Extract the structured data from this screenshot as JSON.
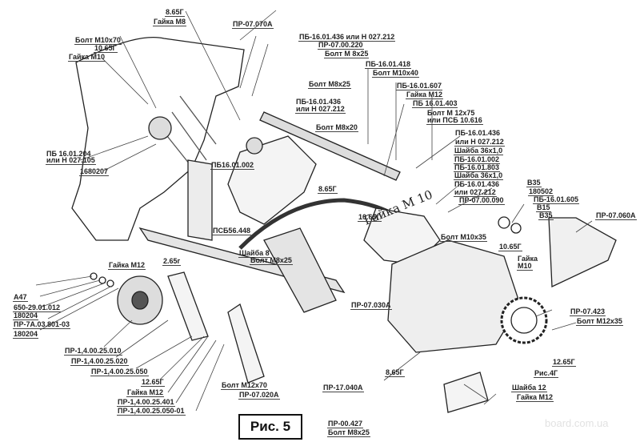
{
  "figure_caption": "Рис. 5",
  "stamp_text": "Гайка М 10",
  "watermark": "board.com.ua",
  "labels": [
    {
      "id": "l1",
      "text": "8.65Г"
    },
    {
      "id": "l2",
      "text": "Гайка М8"
    },
    {
      "id": "l3",
      "text": "Болт М10х70"
    },
    {
      "id": "l4",
      "text": "10.65Г"
    },
    {
      "id": "l5",
      "text": "Гайка М10"
    },
    {
      "id": "l6",
      "text": "ПР-07.070А"
    },
    {
      "id": "l7",
      "text": "ПБ-16.01.436 или Н 027.212"
    },
    {
      "id": "l8",
      "text": "ПР-07.00.220"
    },
    {
      "id": "l9",
      "text": "Болт М 8х25"
    },
    {
      "id": "l10",
      "text": "ПБ-16.01.418"
    },
    {
      "id": "l11",
      "text": "Болт М10х40"
    },
    {
      "id": "l12",
      "text": "Болт М8х25"
    },
    {
      "id": "l13",
      "text": "ПБ-16.01.607"
    },
    {
      "id": "l14",
      "text": "Гайка М12"
    },
    {
      "id": "l15",
      "text": "ПБ 16.01.403"
    },
    {
      "id": "l16",
      "text": "Болт М 12х75"
    },
    {
      "id": "l17",
      "text": "или ПСБ 10.616"
    },
    {
      "id": "l18",
      "text": "ПБ-16.01.436"
    },
    {
      "id": "l19",
      "text": "или Н 027.212"
    },
    {
      "id": "l20",
      "text": "Болт М8х20"
    },
    {
      "id": "l21",
      "text": "ПБ-16.01.436"
    },
    {
      "id": "l22",
      "text": "или Н 027.212"
    },
    {
      "id": "l23",
      "text": "Шайба 36х1,0"
    },
    {
      "id": "l24",
      "text": "ПБ-16.01.002"
    },
    {
      "id": "l25",
      "text": "ПБ-16.01.803"
    },
    {
      "id": "l26",
      "text": "Шайба 36х1,0"
    },
    {
      "id": "l27",
      "text": "ПБ-16.01.436"
    },
    {
      "id": "l28",
      "text": "или 027.212"
    },
    {
      "id": "l29",
      "text": "ПР-07.00.090"
    },
    {
      "id": "l30",
      "text": "В35"
    },
    {
      "id": "l31",
      "text": "180502"
    },
    {
      "id": "l32",
      "text": "ПБ-16.01.605"
    },
    {
      "id": "l33",
      "text": "В15"
    },
    {
      "id": "l34",
      "text": "В35"
    },
    {
      "id": "l35",
      "text": "ПР-07.060А"
    },
    {
      "id": "l36",
      "text": "ПБ 16.01.204"
    },
    {
      "id": "l37",
      "text": "или Н 027.105"
    },
    {
      "id": "l38",
      "text": "1680207"
    },
    {
      "id": "l39",
      "text": "ПБ16.01.002"
    },
    {
      "id": "l40",
      "text": "8.65Г"
    },
    {
      "id": "l41",
      "text": "10.65Г"
    },
    {
      "id": "l42",
      "text": "ПСБ56.448"
    },
    {
      "id": "l43",
      "text": "Шайба 8"
    },
    {
      "id": "l44",
      "text": "Болт М8х25"
    },
    {
      "id": "l45",
      "text": "Гайка М12"
    },
    {
      "id": "l46",
      "text": "2.65г"
    },
    {
      "id": "l47",
      "text": "Болт М10х35"
    },
    {
      "id": "l48",
      "text": "10.65Г"
    },
    {
      "id": "l49",
      "text": "Гайка"
    },
    {
      "id": "l50",
      "text": "М10"
    },
    {
      "id": "l51",
      "text": "А47"
    },
    {
      "id": "l52",
      "text": "650-29.01.012"
    },
    {
      "id": "l53",
      "text": "180204"
    },
    {
      "id": "l54",
      "text": "ПР-7А.03.801-03"
    },
    {
      "id": "l55",
      "text": "180204"
    },
    {
      "id": "l56",
      "text": "ПР-07.030А"
    },
    {
      "id": "l57",
      "text": "ПР-07.423"
    },
    {
      "id": "l58",
      "text": "Болт М12х35"
    },
    {
      "id": "l59",
      "text": "ПР-1,4.00.25.010"
    },
    {
      "id": "l60",
      "text": "ПР-1,4.00.25.020"
    },
    {
      "id": "l61",
      "text": "ПР-1,4.00.25.050"
    },
    {
      "id": "l62",
      "text": "12.65Г"
    },
    {
      "id": "l63",
      "text": "Гайка М12"
    },
    {
      "id": "l64",
      "text": "ПР-1,4.00.25.401"
    },
    {
      "id": "l65",
      "text": "ПР-1,4.00.25.050-01"
    },
    {
      "id": "l66",
      "text": "Болт М12х70"
    },
    {
      "id": "l67",
      "text": "ПР-07.020А"
    },
    {
      "id": "l68",
      "text": "12.65Г"
    },
    {
      "id": "l69",
      "text": "Рис.4Г"
    },
    {
      "id": "l70",
      "text": "8.65Г"
    },
    {
      "id": "l71",
      "text": "ПР-17.040А"
    },
    {
      "id": "l72",
      "text": "Шайба 12"
    },
    {
      "id": "l73",
      "text": "Гайка М12"
    },
    {
      "id": "l74",
      "text": "ПР-00.427"
    },
    {
      "id": "l75",
      "text": "Болт М8х25"
    }
  ]
}
